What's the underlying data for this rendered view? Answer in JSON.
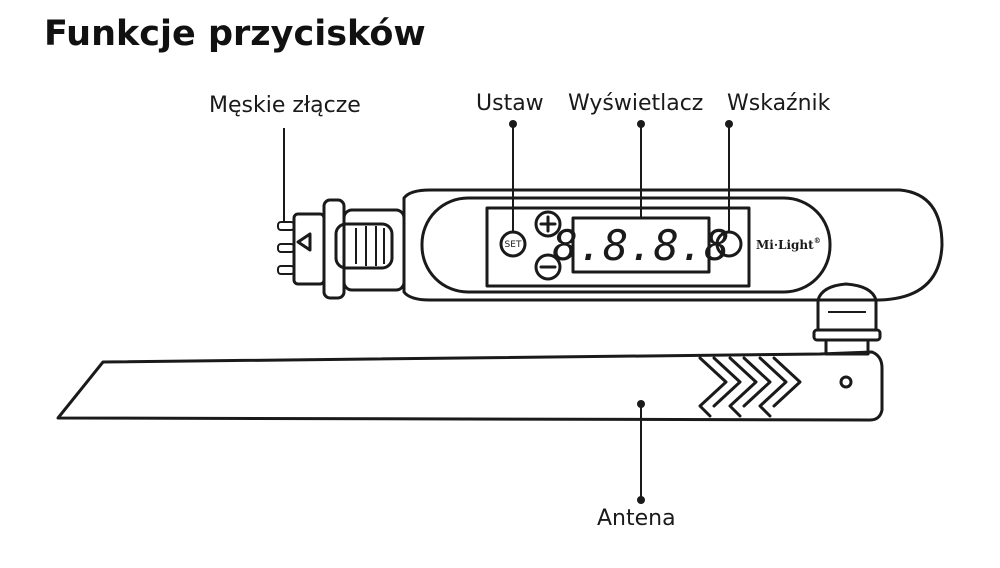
{
  "title": "Funkcje przycisków",
  "labels": {
    "male_connector": "Męskie złącze",
    "set": "Ustaw",
    "display": "Wyświetlacz",
    "indicator": "Wskaźnik",
    "antenna": "Antena"
  },
  "device": {
    "set_button": "SET",
    "display_readout": "8.8.8.8",
    "brand": "Mi·Light",
    "brand_mark": "®"
  }
}
